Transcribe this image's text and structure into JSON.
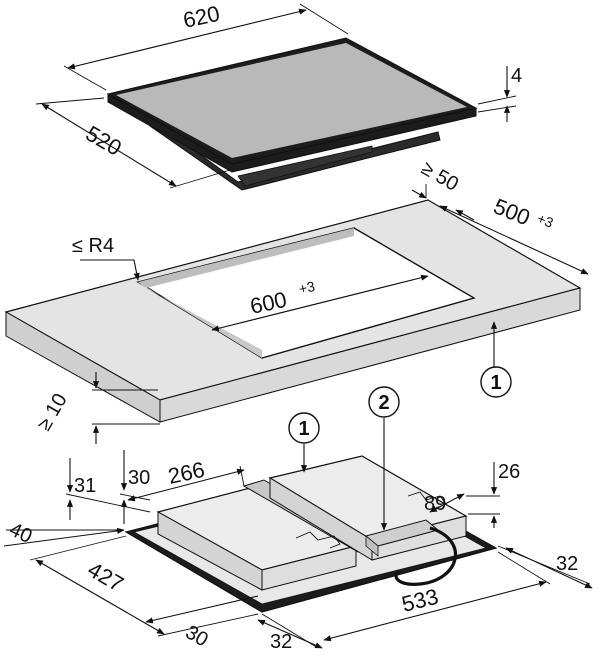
{
  "labels": {
    "hob_width": "620",
    "hob_depth": "520",
    "glass_thickness": "4",
    "min_back_clearance": "≥ 50",
    "cutout_depth": "500",
    "cutout_depth_tol": "+3",
    "corner_radius": "≤ R4",
    "cutout_width": "600",
    "cutout_width_tol": "+3",
    "min_front_clearance": "≥ 10",
    "dim_31": "31",
    "dim_30_left": "30",
    "dim_266": "266",
    "dim_26": "26",
    "dim_89": "89",
    "dim_40": "40",
    "dim_427": "427",
    "dim_30_bottom": "30",
    "dim_32_bottom": "32",
    "dim_533": "533",
    "dim_32_right": "32"
  },
  "callouts": {
    "one_upper": "1",
    "one_lower": "1",
    "two": "2"
  },
  "colors": {
    "glass": "#b9b9b9",
    "countertop_top": "#e4e4e4",
    "countertop_side": "#cfcfcf",
    "body_light": "#ececec",
    "body_mid": "#d9d9d9",
    "dark": "#1c1c1c"
  }
}
